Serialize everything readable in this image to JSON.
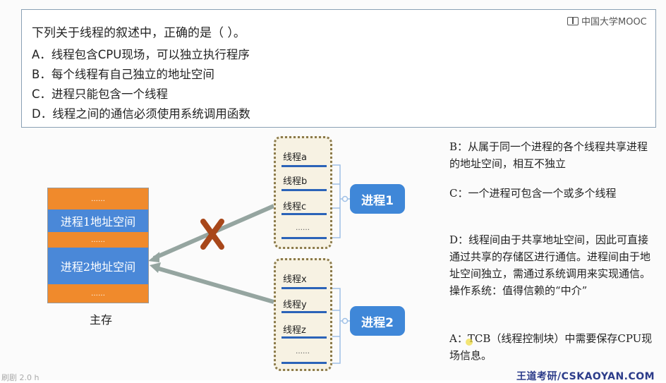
{
  "question": {
    "title": "下列关于线程的叙述中，正确的是（    ）。",
    "options": [
      "A．线程包含CPU现场，可以独立执行程序",
      "B．每个线程有自己独立的地址空间",
      "C．进程只能包含一个线程",
      "D．线程之间的通信必须使用系统调用函数"
    ]
  },
  "logo": "中国大学MOOC",
  "memory": {
    "dots1": "……",
    "seg1": "进程1地址空间",
    "dots2": "……",
    "seg2": "进程2地址空间",
    "dots3": "……",
    "label": "主存"
  },
  "process1": {
    "threads": [
      "线程a",
      "线程b",
      "线程c"
    ],
    "more": "……",
    "tag": "进程1"
  },
  "process2": {
    "threads": [
      "线程x",
      "线程y",
      "线程z"
    ],
    "more": "……",
    "tag": "进程2"
  },
  "notes": {
    "b": "B：从属于同一个进程的各个线程共享进程的地址空间，相互不独立",
    "c": "C：一个进程可包含一个或多个线程",
    "d": "D：线程间由于共享地址空间，因此可直接通过共享的存储区进行通信。进程间由于地址空间独立，需通过系统调用来实现通信。操作系统：值得信赖的“中介”",
    "a": "A：TCB（线程控制块）中需要保存CPU现场信息。"
  },
  "footer": "王道考研/CSKAOYAN.COM",
  "footer_left": "刷剧 2.0 h",
  "colors": {
    "orange": "#f08a2c",
    "blue": "#4a88d8",
    "tag_blue": "#3f87d8",
    "cross": "#a8471a"
  }
}
